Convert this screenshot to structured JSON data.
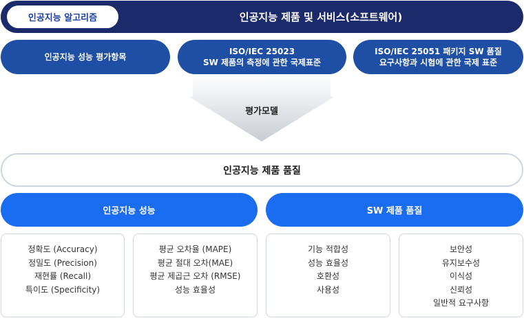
{
  "header": {
    "algorithm_label": "인공지능 알고리즘",
    "title": "인공지능 제품 및 서비스(소프트웨어)"
  },
  "standards": [
    {
      "lines": [
        "인공지능 성능 평가항목"
      ]
    },
    {
      "lines": [
        "ISO/IEC 25023",
        "SW 제품의 측정에 관한 국제표준"
      ]
    },
    {
      "lines": [
        "ISO/IEC 25051 패키지 SW 품질",
        "요구사항과 시험에 관한 국제 표준"
      ]
    }
  ],
  "arrow": {
    "label": "평가모델"
  },
  "quality": {
    "title": "인공지능 제품 품질"
  },
  "categories": [
    {
      "label": "인공지능 성능"
    },
    {
      "label": "SW 제품 품질"
    }
  ],
  "boxes": [
    {
      "items": [
        "정확도 (Accuracy)",
        "정밀도 (Precision)",
        "재현률 (Recall)",
        "특이도 (Specificity)"
      ]
    },
    {
      "items": [
        "평균 오차율 (MAPE)",
        "평균 절대 오차(MAE)",
        "평균 제곱근 오차 (RMSE)",
        "성능 효율성"
      ]
    },
    {
      "items": [
        "기능 적합성",
        "성능 효율성",
        "호환성",
        "사용성"
      ]
    },
    {
      "items": [
        "보안성",
        "유지보수성",
        "이식성",
        "신뢰성",
        "일반적 요구사항"
      ]
    }
  ],
  "colors": {
    "header_bg": "#1b2a6b",
    "standard_bg": "#1e4fa5",
    "category_bg": "#1a6cf0",
    "border": "#cfd5df"
  }
}
